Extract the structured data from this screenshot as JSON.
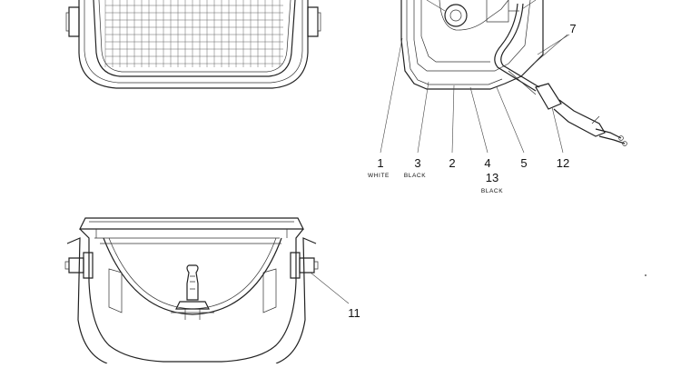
{
  "callouts": {
    "c1": "1",
    "c3": "3",
    "c2": "2",
    "c4": "4",
    "c5": "5",
    "c12": "12",
    "c13": "13",
    "c7": "7",
    "c11": "11"
  },
  "wire_colors": {
    "white": "WHITE",
    "black_3": "BLACK",
    "black_13": "BLACK"
  }
}
